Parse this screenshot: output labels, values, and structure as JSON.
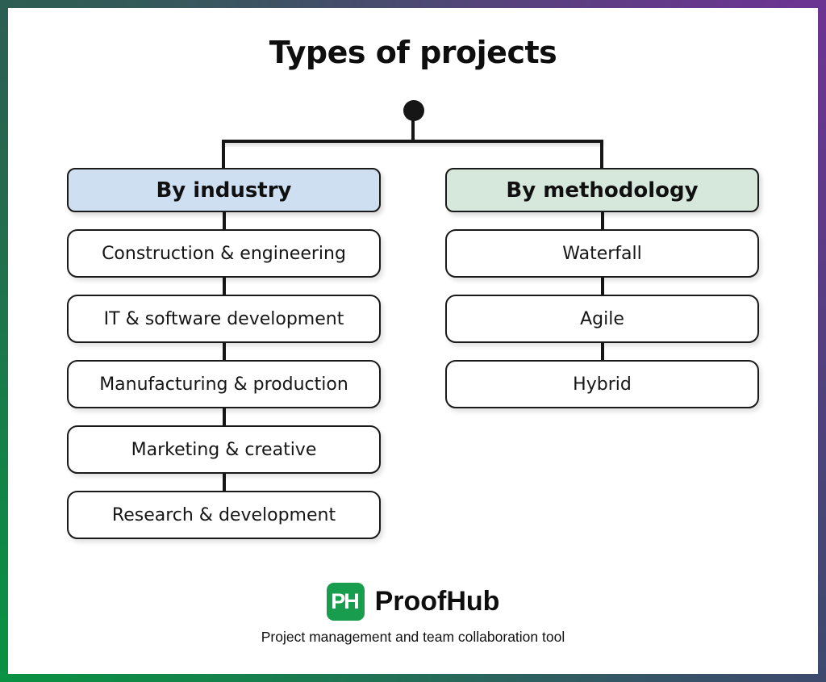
{
  "title": "Types of projects",
  "columns": [
    {
      "header": "By industry",
      "header_bg": "#cfdff2",
      "items": [
        "Construction & engineering",
        "IT & software development",
        "Manufacturing & production",
        "Marketing & creative",
        "Research & development"
      ]
    },
    {
      "header": "By methodology",
      "header_bg": "#d6e8dc",
      "items": [
        "Waterfall",
        "Agile",
        "Hybrid"
      ]
    }
  ],
  "footer": {
    "logo_text": "PH",
    "logo_color": "#189c4d",
    "brand": "ProofHub",
    "tagline": "Project management and team collaboration tool"
  },
  "frame_colors": {
    "top_left": "#2d5e53",
    "top_right": "#6c3492",
    "bottom_right": "#3d4a6d",
    "bottom_left": "#0a9142"
  },
  "line_color": "#161616"
}
